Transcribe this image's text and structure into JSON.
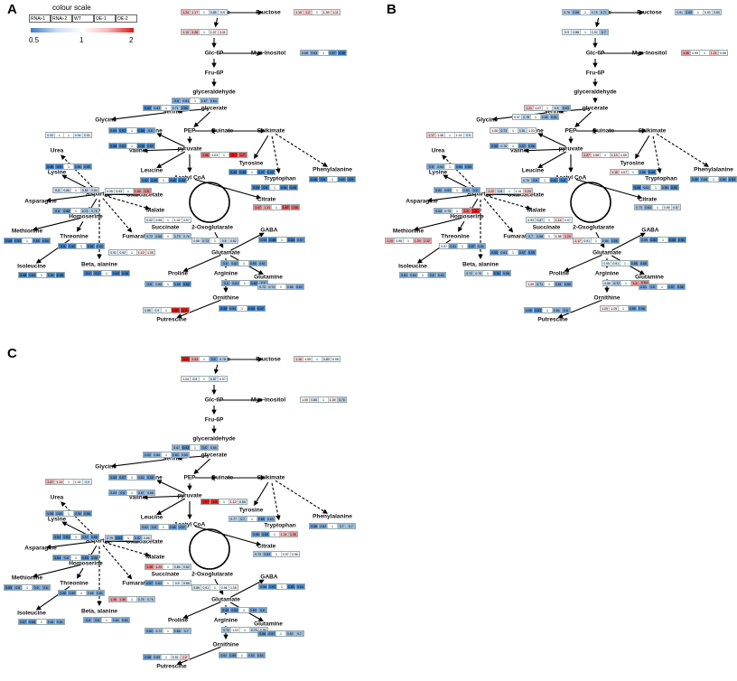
{
  "panels": [
    "A",
    "B",
    "C"
  ],
  "legend": {
    "title": "colour scale",
    "columns": [
      "RNAi-1",
      "RNAi-2",
      "WT",
      "OE-1",
      "OE-2"
    ],
    "ticks": [
      "0.5",
      "1",
      "2"
    ]
  },
  "metabolites": [
    "Sucrose",
    "Fructose",
    "Glc",
    "Glc-6P",
    "Myo-Inositol",
    "Fru-6P",
    "glyceraldehyde",
    "glycerate",
    "Serine",
    "Glycine",
    "PEP",
    "Quinate",
    "Shikimate",
    "Alanine",
    "pyruvate",
    "Valine",
    "Urea",
    "Lysine",
    "Leucine",
    "Tyrosine",
    "Tryptophan",
    "Phenylalanine",
    "Acetyl CoA",
    "Oxaloacetate",
    "Citrate",
    "Asparagine",
    "Aspartate",
    "Malate",
    "Homoserine",
    "Methionine",
    "Threonine",
    "Fumarate",
    "Succinate",
    "2-Oxoglutarate",
    "GABA",
    "Isoleucine",
    "Beta, alanine",
    "Glutamate",
    "Proline",
    "Arginine",
    "Glutamine",
    "Ornithine",
    "Putrescine"
  ],
  "heatmaps": {
    "A": {
      "Sucrose": [
        1.24,
        1.17,
        1,
        0.85,
        0.9
      ],
      "Fructose": [
        1.15,
        1.2,
        1,
        1.09,
        1.11
      ],
      "Glc": [
        1.19,
        1.26,
        1,
        1.07,
        1.11
      ],
      "Myo-Inositol": [
        0.68,
        0.63,
        1,
        0.57,
        0.46
      ],
      "glyceraldehyde": [
        0.6,
        0.64,
        1,
        0.67,
        0.64
      ],
      "Serine": [
        0.52,
        0.63,
        1,
        0.71,
        0.56
      ],
      "Alanine": [
        0.55,
        0.52,
        1,
        0.36,
        0.6
      ],
      "Urea": [
        0.93,
        1,
        1,
        0.94,
        0.91
      ],
      "Valine": [
        0.46,
        0.53,
        1,
        0.46,
        0.52
      ],
      "pyruvate": [
        1.56,
        1.03,
        1,
        2,
        1.7
      ],
      "Lysine": [
        0.46,
        0.5,
        1,
        0.56,
        0.55
      ],
      "Leucine": [
        0.52,
        0.49,
        1,
        0.48,
        0.48
      ],
      "Tyrosine": [
        0.43,
        0.48,
        1,
        0.47,
        0.45
      ],
      "Tryptophan": [
        0.45,
        0.5,
        1,
        0.51,
        0.48
      ],
      "Phenylalanine": [
        0.48,
        0.5,
        1,
        0.53,
        0.5
      ],
      "Asparagine": [
        0.8,
        0.86,
        1,
        0.82,
        0.84
      ],
      "Aspartate": [
        0.95,
        0.93,
        1,
        1.43,
        1.5
      ],
      "Citrate": [
        1.47,
        1.33,
        1,
        1.67,
        1.56
      ],
      "Homoserine": [
        0.6,
        0.58,
        1,
        0.71,
        0.75
      ],
      "Malate": [
        0.92,
        0.95,
        1,
        1.02,
        0.97
      ],
      "Methionine": [
        0.46,
        0.53,
        1,
        0.55,
        0.54
      ],
      "Threonine": [
        0.5,
        0.52,
        1,
        0.51,
        0.55
      ],
      "Fumarate": [
        0.91,
        0.92,
        1,
        1.12,
        1.08
      ],
      "Succinate": [
        0.72,
        0.68,
        1,
        0.73,
        0.76
      ],
      "2-Oxoglutarate": [
        0.88,
        0.73,
        1,
        0.8,
        0.82
      ],
      "GABA": [
        0.55,
        0.48,
        1,
        0.44,
        0.57
      ],
      "Isoleucine": [
        0.48,
        0.53,
        1,
        0.55,
        0.48
      ],
      "Beta, alanine": [
        0.4,
        0.4,
        1,
        0.42,
        0.48
      ],
      "Glutamate": [
        0.6,
        0.62,
        1,
        0.59,
        0.61
      ],
      "Proline": [
        0.6,
        0.68,
        1,
        0.58,
        0.52
      ],
      "Arginine": [
        0.6,
        0.61,
        1,
        0.55,
        0.6
      ],
      "Glutamine": [
        0.73,
        0.74,
        1,
        0.68,
        0.62
      ],
      "Ornithine": [
        0.38,
        0.55,
        1,
        0.43,
        0.47
      ],
      "Putrescine": [
        0.85,
        0.9,
        1,
        2.07,
        2.2
      ]
    },
    "B": {
      "Sucrose": [
        0.76,
        0.66,
        1,
        0.78,
        0.71
      ],
      "Fructose": [
        0.81,
        0.65,
        1,
        0.93,
        0.85
      ],
      "Glc": [
        0.9,
        0.88,
        1,
        0.92,
        0.7
      ],
      "Myo-Inositol": [
        1.36,
        0.99,
        1,
        1.21,
        0.96
      ],
      "Serine": [
        1.21,
        1.07,
        1,
        0.8,
        0.63
      ],
      "Glycine": [
        0.97,
        0.78,
        1,
        0.66,
        0.61
      ],
      "Urea": [
        1.17,
        1.06,
        1,
        1.01,
        0.9
      ],
      "Alanine": [
        1.06,
        0.73,
        1,
        0.81,
        1.03
      ],
      "Valine": [
        0.55,
        0.76,
        1,
        0.57,
        0.56
      ],
      "pyruvate": [
        1.27,
        1.08,
        1,
        1.13,
        1.05
      ],
      "Lysine": [
        0.6,
        0.64,
        1,
        0.56,
        0.55
      ],
      "Leucine": [
        0.76,
        0.6,
        1,
        0.52,
        0.5
      ],
      "Tyrosine": [
        1.18,
        1.07,
        1,
        0.56,
        0.48
      ],
      "Tryptophan": [
        0.46,
        0.61,
        1,
        0.58,
        0.51
      ],
      "Phenylalanine": [
        0.55,
        0.59,
        1,
        0.58,
        0.53
      ],
      "Asparagine": [
        0.61,
        0.63,
        1,
        0.63,
        0.6
      ],
      "Aspartate": [
        1.22,
        0.8,
        1,
        1.01,
        1.24
      ],
      "Homoserine": [
        0.65,
        0.78,
        1,
        1.6,
        2.0
      ],
      "Malate": [
        0.93,
        0.87,
        1,
        1.14,
        0.97
      ],
      "Citrate": [
        0.73,
        0.64,
        1,
        0.95,
        0.87
      ],
      "Methionine": [
        1.29,
        0.96,
        1,
        1.29,
        1.32
      ],
      "Threonine": [
        0.97,
        0.61,
        1,
        0.57,
        0.61
      ],
      "Fumarate": [
        0.55,
        0.63,
        1,
        0.57,
        0.55
      ],
      "Succinate": [
        0.7,
        0.68,
        1,
        1.08,
        1.29
      ],
      "2-Oxoglutarate": [
        1.17,
        0.91,
        1,
        0.66,
        0.58
      ],
      "GABA": [
        0.59,
        0.52,
        1,
        0.46,
        0.51
      ],
      "Isoleucine": [
        0.61,
        0.64,
        1,
        0.6,
        0.62
      ],
      "Beta, alanine": [
        0.72,
        0.78,
        1,
        0.51,
        0.58
      ],
      "Glutamate": [
        0.95,
        0.91,
        1,
        0.58,
        0.58
      ],
      "Proline": [
        1.09,
        0.71,
        1,
        0.61,
        0.59
      ],
      "Arginine": [
        0.86,
        0.72,
        1,
        1.4,
        1.54
      ],
      "Glutamine": [
        0.61,
        0.6,
        1,
        0.57,
        0.56
      ],
      "Ornithine": [
        1.09,
        1.05,
        1,
        0.58,
        0.58
      ],
      "Putrescine": [
        0.58,
        0.53,
        1,
        0.66,
        0.6
      ]
    },
    "C": {
      "Sucrose": [
        2.2,
        1.34,
        1,
        0.6,
        0.78
      ],
      "Fructose": [
        1.16,
        1.05,
        1,
        0.89,
        0.95
      ],
      "Glc": [
        1.04,
        0.9,
        1,
        0.87,
        0.97
      ],
      "Myo-Inositol": [
        1.05,
        0.88,
        1,
        1.09,
        0.76
      ],
      "glyceraldehyde": [
        0.67,
        0.53,
        1,
        0.6,
        0.66
      ],
      "Serine": [
        0.62,
        0.66,
        1,
        0.63,
        0.65
      ],
      "Urea": [
        1.27,
        1.14,
        1,
        1.02,
        0.9
      ],
      "Alanine": [
        0.58,
        0.57,
        1,
        0.61,
        0.58
      ],
      "Valine": [
        0.63,
        0.6,
        1,
        0.67,
        0.68
      ],
      "pyruvate": [
        2.0,
        1.9,
        1,
        1.12,
        0.85
      ],
      "Lysine": [
        0.58,
        0.59,
        1,
        0.59,
        0.56
      ],
      "Leucine": [
        0.62,
        0.6,
        1,
        0.58,
        0.57
      ],
      "Tyrosine": [
        0.77,
        0.7,
        1,
        0.58,
        0.63
      ],
      "Tryptophan": [
        0.58,
        0.55,
        1,
        1.24,
        1.35
      ],
      "Phenylalanine": [
        0.58,
        0.62,
        1,
        0.7,
        0.7
      ],
      "Asparagine": [
        0.54,
        0.53,
        1,
        0.57,
        0.56
      ],
      "Aspartate": [
        0.75,
        0.52,
        1,
        0.62,
        0.88
      ],
      "Malate": [
        1.48,
        1.29,
        1,
        0.86,
        0.82
      ],
      "Citrate": [
        0.75,
        0.65,
        1,
        0.97,
        0.96
      ],
      "Homoserine": [
        0.54,
        0.6,
        1,
        0.53,
        0.55
      ],
      "Methionine": [
        0.55,
        0.6,
        1,
        0.6,
        0.6
      ],
      "Threonine": [
        0.58,
        0.59,
        1,
        0.65,
        0.61
      ],
      "Fumarate": [
        1.36,
        1.36,
        1,
        0.75,
        0.76
      ],
      "Succinate": [
        0.57,
        0.63,
        1,
        0.9,
        0.86
      ],
      "2-Oxoglutarate": [
        0.86,
        0.91,
        1,
        0.96,
        1.05
      ],
      "GABA": [
        0.56,
        0.52,
        1,
        0.51,
        0.54
      ],
      "Isoleucine": [
        0.57,
        0.56,
        1,
        0.61,
        0.61
      ],
      "Beta, alanine": [
        0.6,
        0.6,
        1,
        0.64,
        0.61
      ],
      "Glutamate": [
        0.55,
        0.55,
        1,
        0.59,
        0.6
      ],
      "Proline": [
        0.62,
        0.72,
        1,
        0.66,
        0.7
      ],
      "Arginine": [
        0.72,
        1.02,
        1,
        0.79,
        0.86
      ],
      "Glutamine": [
        0.56,
        0.57,
        1,
        0.67,
        0.7
      ],
      "Ornithine": [
        0.62,
        0.59,
        1,
        0.63,
        0.61
      ],
      "Putrescine": [
        0.58,
        0.65,
        1,
        0.91,
        1.2
      ]
    }
  }
}
